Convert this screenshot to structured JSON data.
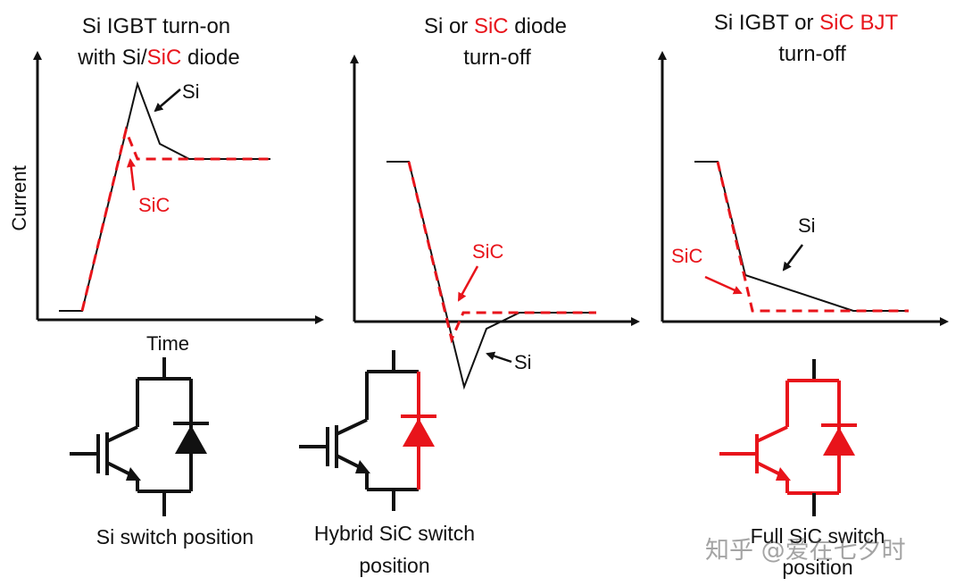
{
  "colors": {
    "si_color": "#111111",
    "sic_color": "#e8141b",
    "background": "#ffffff"
  },
  "panel1": {
    "title_line1": "Si IGBT turn-on",
    "title_line2_prefix": "with Si/",
    "title_line2_red": "SiC",
    "title_line2_suffix": " diode",
    "y_axis_label": "Current",
    "x_axis_label": "Time",
    "si_label": "Si",
    "sic_label": "SiC",
    "caption": "Si switch position",
    "circuit_icon": "igbt-with-diode-icon"
  },
  "panel2": {
    "title_line1_prefix": "Si or ",
    "title_line1_red": "SiC",
    "title_line1_suffix": " diode",
    "title_line2": "turn-off",
    "si_label": "Si",
    "sic_label": "SiC",
    "caption_line1": "Hybrid SiC switch",
    "caption_line2": "position",
    "circuit_icon": "igbt-with-sic-diode-icon"
  },
  "panel3": {
    "title_line1_prefix": "Si IGBT or ",
    "title_line1_red": "SiC BJT",
    "title_line2": "turn-off",
    "si_label": "Si",
    "sic_label": "SiC",
    "caption_line1": "Full SiC switch",
    "caption_line2": "position",
    "circuit_icon": "bjt-with-sic-diode-icon"
  },
  "watermark": "知乎 @爱在七夕时"
}
